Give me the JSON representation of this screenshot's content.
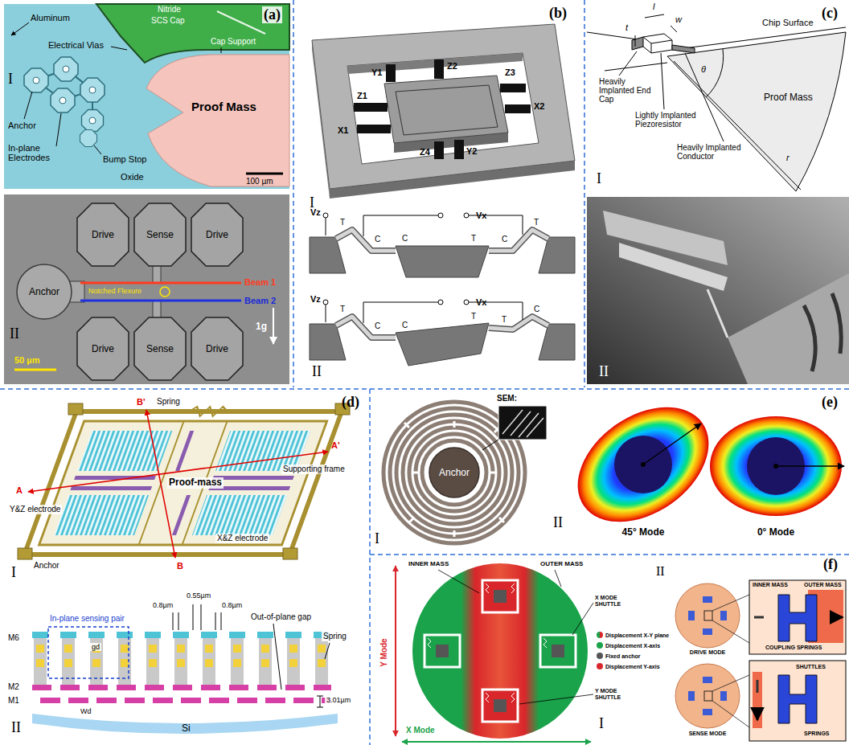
{
  "diagram": {
    "nodes": [
      {
        "text": [
          "Anchor"
        ]
      },
      {
        "text": [
          "Drive"
        ]
      },
      {
        "text": [
          "Sense"
        ]
      },
      {
        "text": [
          "Drive"
        ]
      },
      {
        "text": [
          "Drive"
        ]
      },
      {
        "text": [
          "Sense"
        ]
      },
      {
        "text": [
          "Drive"
        ]
      },
      {
        "text": [
          "Anchor"
        ]
      }
    ],
    "labels": [
      "(a)",
      "Aluminum",
      "Electrical Vias",
      "Nitride",
      "SCS Cap",
      "Cap Support",
      "Proof Mass",
      "Anchor",
      "In-plane Electrodes",
      "Bump Stop",
      "Oxide",
      "100 µm",
      "I",
      "Notched Flexure",
      "Beam 1",
      "Beam 2",
      "1g",
      "50 µm",
      "II",
      "(b)",
      "Y1",
      "Z2",
      "Z3",
      "X2",
      "Z1",
      "X1",
      "Z4",
      "Y2",
      "I",
      "Vz",
      "Vx",
      "T",
      "C",
      "C",
      "T",
      "C",
      "T",
      "II",
      "Vz",
      "Vx",
      "T",
      "C",
      "C",
      "T",
      "T",
      "C",
      "(c)",
      "l",
      "w",
      "t",
      "Heavily Implanted End Cap",
      "Lightly Implanted Piezoresistor",
      "Heavily Implanted Conductor",
      "Chip Surface",
      "Proof Mass",
      "θ",
      "r",
      "I",
      "II",
      "(d)",
      "Spring",
      "Supporting frame",
      "Proof-mass",
      "Y&Z electrode",
      "X&Z electrode",
      "Anchor",
      "A",
      "A'",
      "B",
      "B'",
      "I",
      "In-plane sensing pair",
      "0.8µm",
      "0.55µm",
      "0.8µm",
      "Out-of-plane gap",
      "Spring",
      "M6",
      "M2",
      "M1",
      "3.01µm",
      "Si",
      "gd",
      "Wd",
      "II",
      "(e)",
      "SEM:",
      "I",
      "II",
      "45° Mode",
      "0° Mode",
      "(f)",
      "INNER MASS",
      "OUTER MASS",
      "X MODE SHUTTLE",
      "Y MODE SHUTTLE",
      "Y Mode",
      "X Mode",
      "I",
      "DRIVE MODE",
      "SENSE MODE",
      "INNER MASS",
      "OUTER MASS",
      "COUPLING SPRINGS",
      "SHUTTLES",
      "SPRINGS",
      "II"
    ],
    "legend": [
      {
        "text": "Displacement X-Y plane"
      },
      {
        "text": "Displacement X-axis",
        "color": "#1aa34a"
      },
      {
        "text": "Fixed anchor",
        "color": "#555555"
      },
      {
        "text": "Displacement Y-axis",
        "color": "#d9262b"
      }
    ]
  }
}
